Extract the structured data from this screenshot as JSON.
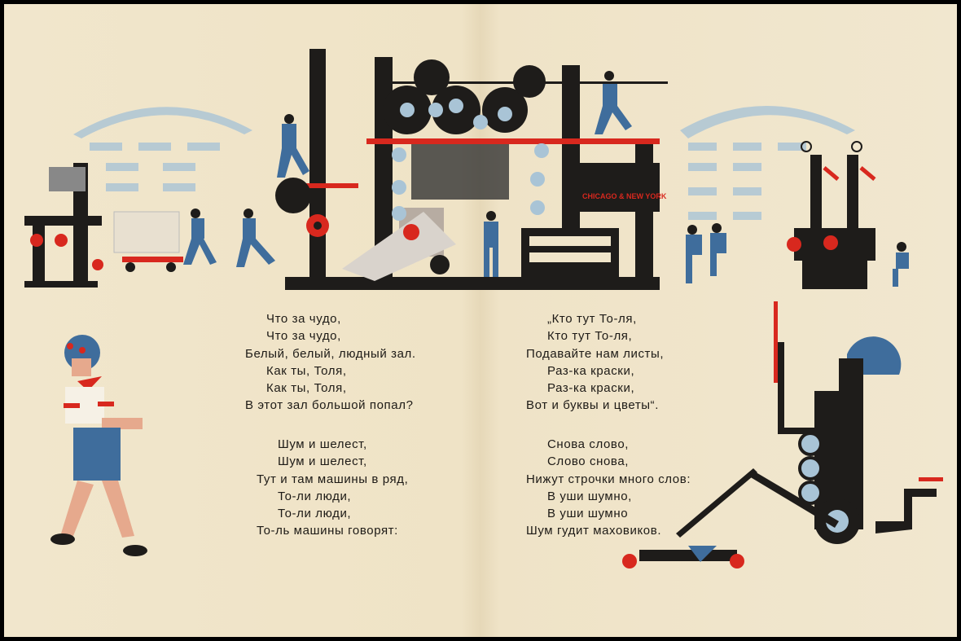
{
  "illustration": {
    "machine_label": "CHICAGO & NEW YORK",
    "colors": {
      "paper": "#f0e5ca",
      "ink": "#1e1c1a",
      "red": "#d8281e",
      "blue": "#3f6d9c",
      "lightblue": "#a9c4d6"
    }
  },
  "poem": {
    "left": [
      [
        "Что за чудо,",
        "Что за чудо,",
        "Белый, белый, людный зал.",
        "Как ты, Толя,",
        "Как ты, Толя,",
        "В этот зал большой попал?"
      ],
      [
        "Шум и шелест,",
        "Шум и шелест,",
        "Тут и там машины в ряд,",
        "То-ли люди,",
        "То-ли люди,",
        "То-ль машины говорят:"
      ]
    ],
    "right": [
      [
        "„Кто тут То-ля,",
        "Кто тут То-ля,",
        "Подавайте нам листы,",
        "Раз-ка краски,",
        "Раз-ка краски,",
        "Вот и буквы и цветы“."
      ],
      [
        "Снова слово,",
        "Слово снова,",
        "Нижут строчки много слов:",
        "В уши шумно,",
        "В уши шумно",
        "Шум гудит маховиков."
      ]
    ]
  }
}
